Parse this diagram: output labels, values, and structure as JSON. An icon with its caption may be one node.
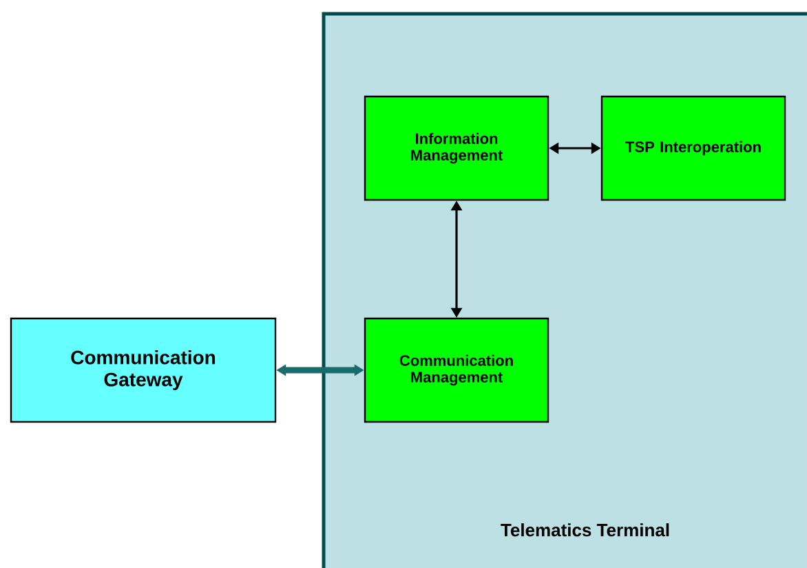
{
  "diagram": {
    "nodes": [
      {
        "text": [
          "Telematics Terminal"
        ]
      },
      {
        "text": [
          "Information Management"
        ],
        "in": 0
      },
      {
        "text": [
          "TSP Interoperation"
        ],
        "in": 0
      },
      {
        "text": [
          "Communication Management"
        ],
        "in": 0
      },
      {
        "text": [
          "Communication Gateway"
        ]
      }
    ],
    "edges": [
      {
        "from": 1,
        "to": 2,
        "arrow": "both"
      },
      {
        "from": 1,
        "to": 3,
        "arrow": "both"
      },
      {
        "from": 4,
        "to": 3,
        "arrow": "both",
        "style": "thick",
        "color": "#1a6b6b"
      }
    ]
  }
}
